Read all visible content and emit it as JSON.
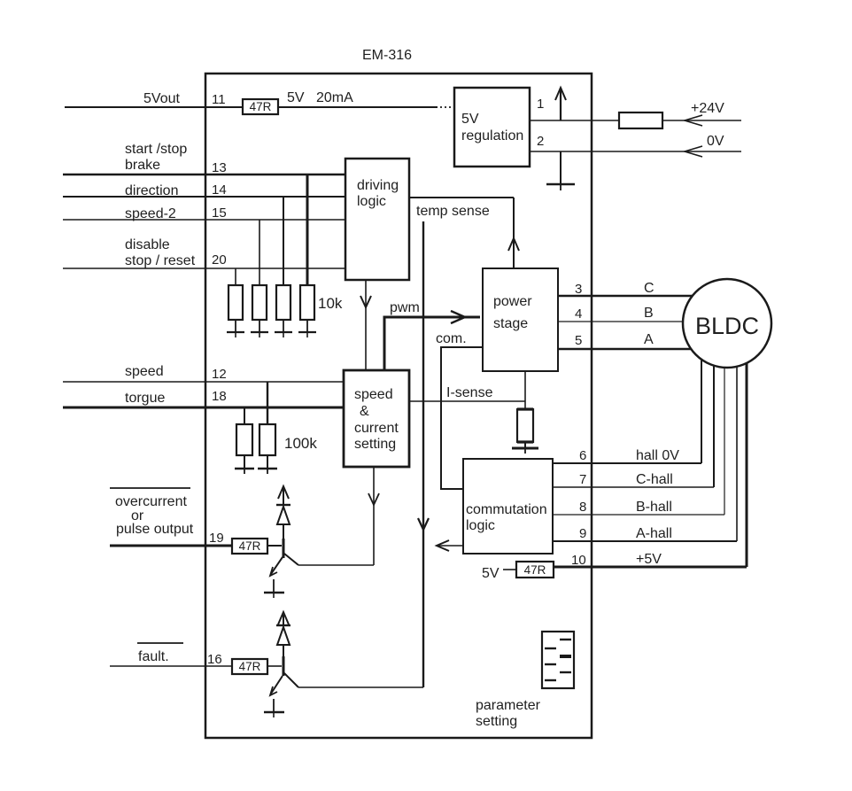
{
  "title": "EM-316",
  "io": {
    "out5v": "5Vout",
    "startstop1": "start /stop",
    "startstop2": "brake",
    "direction": "direction",
    "speed2": "speed-2",
    "disable1": "disable",
    "disable2": "stop / reset",
    "speed": "speed",
    "torque": "torgue",
    "overcurrent1": "overcurrent",
    "overcurrent2": "or",
    "overcurrent3": "pulse output",
    "fault": "fault."
  },
  "pins": {
    "p1": "1",
    "p2": "2",
    "p3": "3",
    "p4": "4",
    "p5": "5",
    "p6": "6",
    "p7": "7",
    "p8": "8",
    "p9": "9",
    "p10": "10",
    "p11": "11",
    "p12": "12",
    "p13": "13",
    "p14": "14",
    "p15": "15",
    "p16": "16",
    "p18": "18",
    "p19": "19",
    "p20": "20"
  },
  "blocks": {
    "reg1": "5V",
    "reg2": "regulation",
    "drv1": "driving",
    "drv2": "logic",
    "pwr1": "power",
    "pwr2": "stage",
    "spd1": "speed",
    "spd2": "&",
    "spd3": "current",
    "spd4": "setting",
    "com1": "commutation",
    "com2": "logic",
    "par1": "parameter",
    "par2": "setting"
  },
  "signals": {
    "v5": "5V",
    "ma20": "20mA",
    "temp": "temp sense",
    "pwm": "pwm",
    "com": "com.",
    "isense": "I-sense"
  },
  "power": {
    "p24": "+24V",
    "p0": "0V",
    "v5src": "5V"
  },
  "components": {
    "r47": "47R",
    "r10k": "10k",
    "r100k": "100k"
  },
  "motor": {
    "name": "BLDC",
    "c": "C",
    "b": "B",
    "a": "A",
    "hall0": "hall 0V",
    "chall": "C-hall",
    "bhall": "B-hall",
    "ahall": "A-hall",
    "p5v": "+5V"
  }
}
